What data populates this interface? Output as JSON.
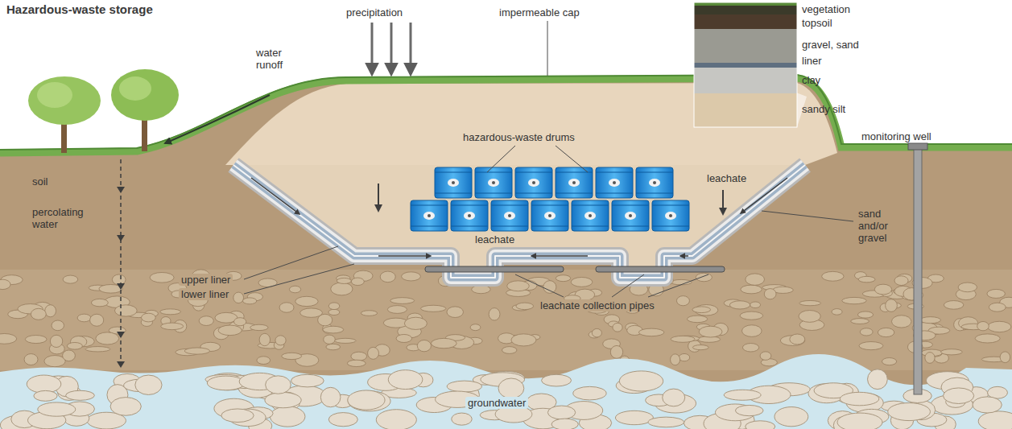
{
  "diagram": {
    "title": "Hazardous-waste storage",
    "labels": [
      "precipitation",
      "impermeable cap",
      "water runoff",
      "vegetation",
      "topsoil",
      "gravel, sand",
      "liner",
      "clay",
      "sandy silt",
      "hazardous-waste drums",
      "monitoring well",
      "soil",
      "percolating water",
      "leachate",
      "sand and/or gravel",
      "leachate",
      "upper liner",
      "lower liner",
      "leachate collection pipes",
      "groundwater"
    ]
  }
}
